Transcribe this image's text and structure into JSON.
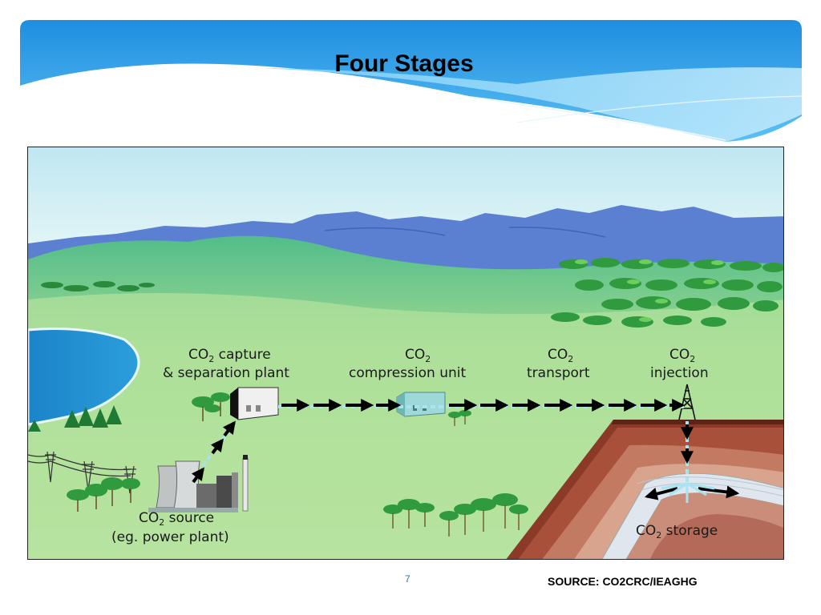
{
  "slide": {
    "title": "Four Stages",
    "page_number": "7",
    "source": "SOURCE: CO2CRC/IEAGHG"
  },
  "diagram": {
    "stages": {
      "source": {
        "co": "CO",
        "sub": "2",
        "rest": " source",
        "line2": "(eg. power plant)"
      },
      "capture": {
        "co": "CO",
        "sub": "2",
        "rest": " capture",
        "line2": "& separation plant"
      },
      "compression": {
        "co": "CO",
        "sub": "2",
        "line2": "compression unit"
      },
      "transport": {
        "co": "CO",
        "sub": "2",
        "line2": "transport"
      },
      "injection": {
        "co": "CO",
        "sub": "2",
        "line2": "injection"
      },
      "storage": {
        "co": "CO",
        "sub": "2",
        "rest": " storage"
      }
    },
    "colors": {
      "header_blue": "#2e9be0",
      "sky": "#c9ecf4",
      "mountains": "#5b7fd0",
      "hills": "#3ea86e",
      "ground": "#b9e39a",
      "lake": "#2a8fd0",
      "earth": "#a8503a",
      "arrow": "#000000",
      "flow": "#9fe0f0"
    }
  }
}
